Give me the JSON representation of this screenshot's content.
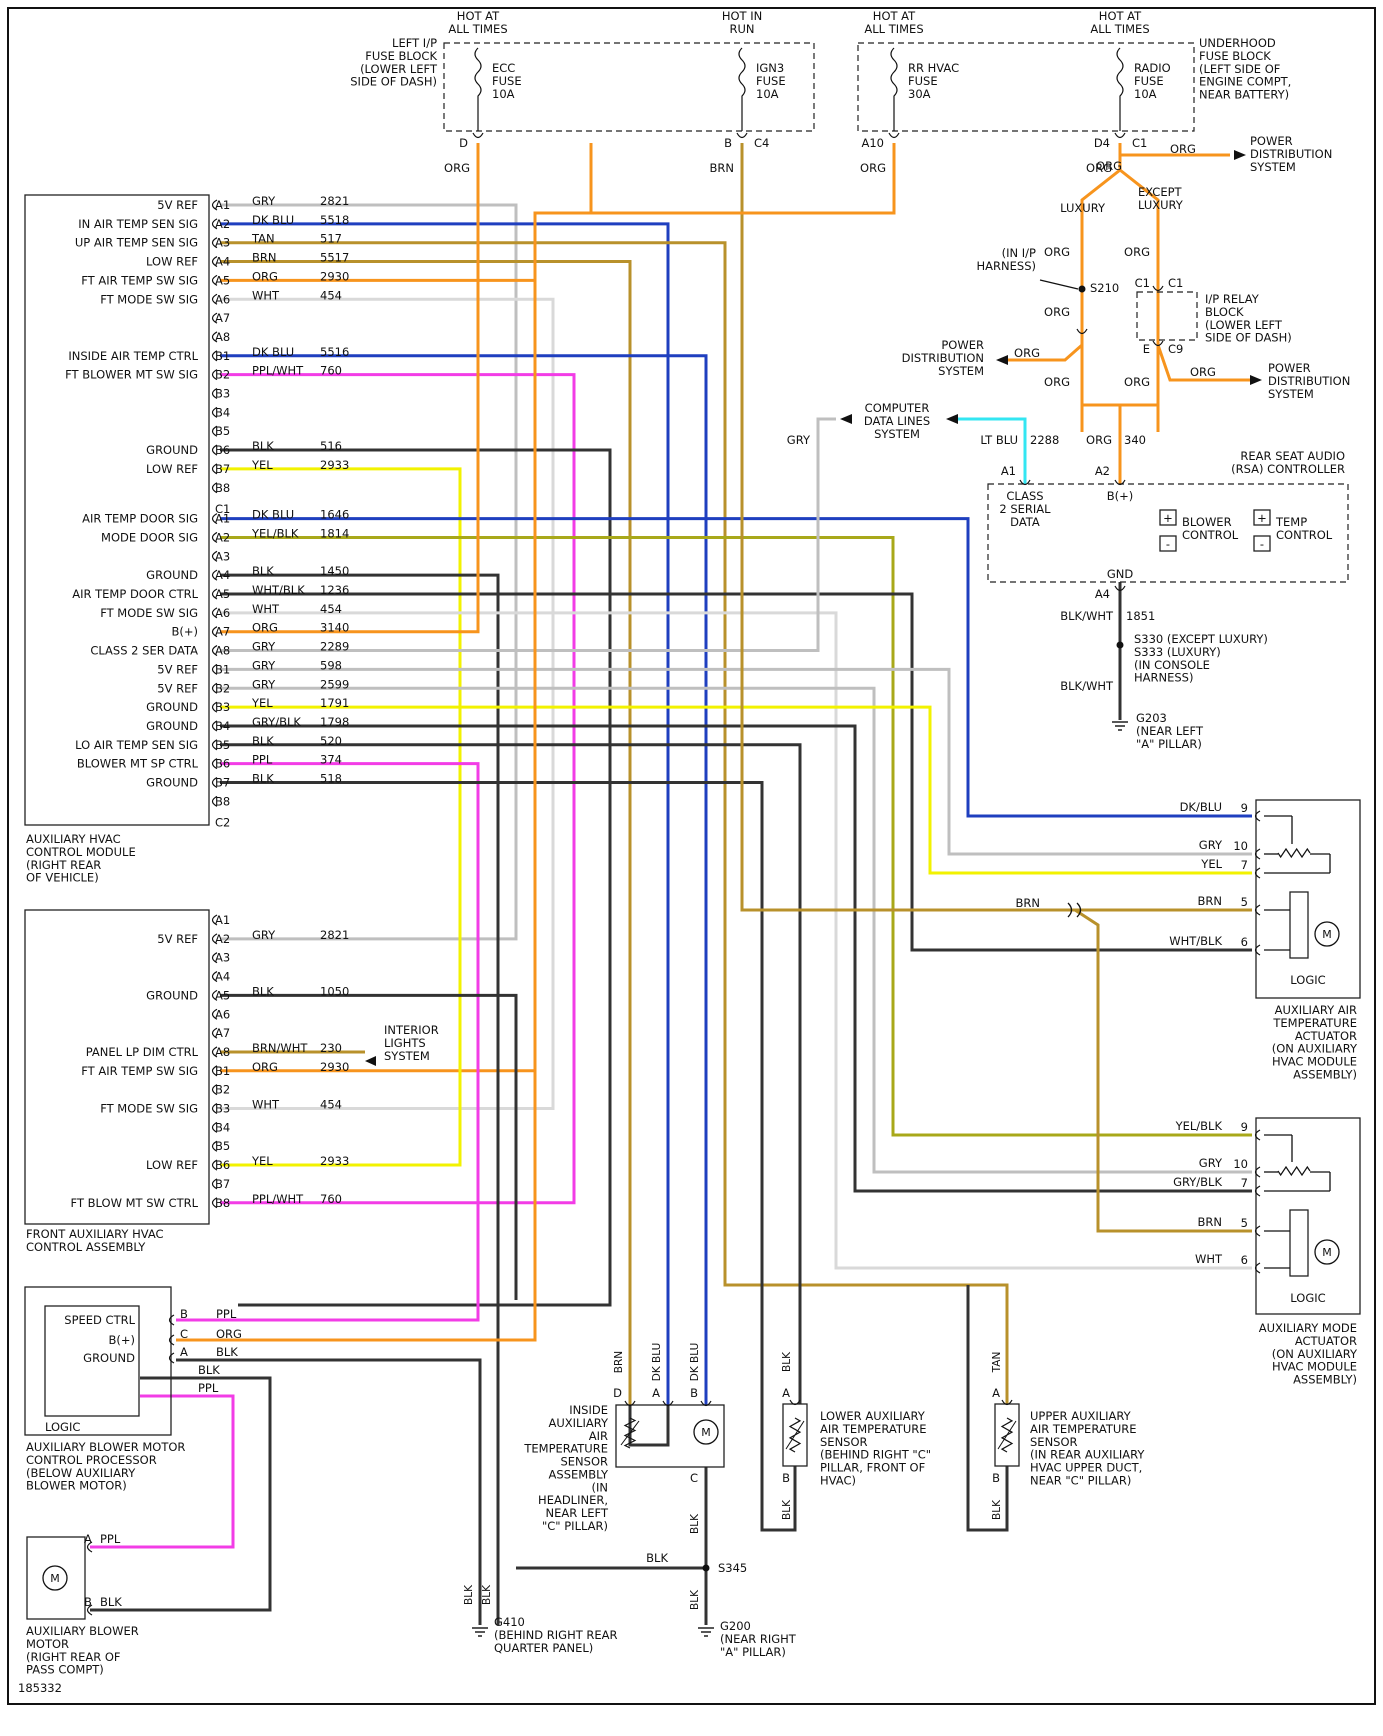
{
  "fig_id": "185332",
  "colors": {
    "orange": "#F7941D",
    "blue": "#1F3FBF",
    "gray": "#BFBFBF",
    "lightgray": "#D9D9D9",
    "black": "#333333",
    "yellow": "#F2F200",
    "magenta": "#F23CE6",
    "brown": "#B8912B",
    "olive": "#A8A81A",
    "cyan": "#33E6F2"
  },
  "fuse_blocks": [
    {
      "name": "LEFT I/P\nFUSE BLOCK\n(LOWER LEFT\nSIDE OF DASH)",
      "fuses": [
        {
          "hot": "HOT AT\nALL TIMES",
          "label": "ECC\nFUSE\n10A",
          "term": "D",
          "wire": "ORG"
        },
        {
          "hot": "HOT IN\nRUN",
          "label": "IGN3\nFUSE\n10A",
          "term": "B",
          "conn": "C4",
          "wire": "BRN"
        }
      ]
    },
    {
      "name": "UNDERHOOD\nFUSE BLOCK\n(LEFT SIDE OF\nENGINE COMPT,\nNEAR BATTERY)",
      "fuses": [
        {
          "hot": "HOT AT\nALL TIMES",
          "label": "RR HVAC\nFUSE\n30A",
          "term": "A10",
          "wire": "ORG"
        },
        {
          "hot": "HOT AT\nALL TIMES",
          "label": "RADIO\nFUSE\n10A",
          "term": "D4",
          "conn": "C1",
          "wire": "ORG"
        }
      ]
    }
  ],
  "power_labels": {
    "pds": "POWER\nDISTRIBUTION\nSYSTEM",
    "org": "ORG",
    "luxury": "LUXURY",
    "except_luxury": "EXCEPT\nLUXURY",
    "in_ip_harness": "(IN I/P\nHARNESS)",
    "s210": "S210",
    "relay_block": "I/P RELAY\nBLOCK\n(LOWER LEFT\nSIDE OF DASH)",
    "relay_c1": "C1",
    "relay_e": "E",
    "relay_c9": "C9",
    "org_340": "ORG",
    "num_340": "340"
  },
  "data_lines": {
    "label": "COMPUTER\nDATA LINES\nSYSTEM",
    "gry": "GRY",
    "ltblu": "LT BLU",
    "num": "2288"
  },
  "rsa": {
    "name": "REAR SEAT AUDIO\n(RSA) CONTROLLER",
    "a1": "A1",
    "a2": "A2",
    "bplus": "B(+)",
    "class2": "CLASS\n2 SERIAL\nDATA",
    "blower": "BLOWER\nCONTROL",
    "temp": "TEMP\nCONTROL",
    "plus": "+",
    "minus": "-",
    "gnd": "GND",
    "a4": "A4",
    "blkwht1": "BLK/WHT",
    "num": "1851",
    "splice": "S330  (EXCEPT LUXURY)\nS333  (LUXURY)\n(IN CONSOLE\nHARNESS)",
    "blkwht2": "BLK/WHT",
    "ground": "G203\n(NEAR LEFT\n\"A\" PILLAR)"
  },
  "hvac_module": {
    "name": "AUXILIARY HVAC\nCONTROL MODULE\n(RIGHT REAR\nOF VEHICLE)",
    "c1": "C1",
    "c2": "C2",
    "pins": [
      {
        "pin": "A1",
        "func": "5V REF",
        "color": "GRY",
        "circuit": "2821"
      },
      {
        "pin": "A2",
        "func": "IN AIR TEMP SEN SIG",
        "color": "DK BLU",
        "circuit": "5518"
      },
      {
        "pin": "A3",
        "func": "UP AIR TEMP SEN SIG",
        "color": "TAN",
        "circuit": "517"
      },
      {
        "pin": "A4",
        "func": "LOW REF",
        "color": "BRN",
        "circuit": "5517"
      },
      {
        "pin": "A5",
        "func": "FT AIR TEMP SW SIG",
        "color": "ORG",
        "circuit": "2930"
      },
      {
        "pin": "A6",
        "func": "FT MODE SW SIG",
        "color": "WHT",
        "circuit": "454"
      },
      {
        "pin": "A7",
        "func": "",
        "color": "",
        "circuit": ""
      },
      {
        "pin": "A8",
        "func": "",
        "color": "",
        "circuit": ""
      },
      {
        "pin": "B1",
        "func": "INSIDE AIR TEMP CTRL",
        "color": "DK BLU",
        "circuit": "5516"
      },
      {
        "pin": "B2",
        "func": "FT BLOWER MT SW SIG",
        "color": "PPL/WHT",
        "circuit": "760"
      },
      {
        "pin": "B3",
        "func": "",
        "color": "",
        "circuit": ""
      },
      {
        "pin": "B4",
        "func": "",
        "color": "",
        "circuit": ""
      },
      {
        "pin": "B5",
        "func": "",
        "color": "",
        "circuit": ""
      },
      {
        "pin": "B6",
        "func": "GROUND",
        "color": "BLK",
        "circuit": "516"
      },
      {
        "pin": "B7",
        "func": "LOW REF",
        "color": "YEL",
        "circuit": "2933"
      },
      {
        "pin": "B8",
        "func": "",
        "color": "",
        "circuit": ""
      },
      {
        "pin": "A1",
        "func": "AIR TEMP DOOR SIG",
        "color": "DK BLU",
        "circuit": "1646"
      },
      {
        "pin": "A2",
        "func": "MODE DOOR SIG",
        "color": "YEL/BLK",
        "circuit": "1814"
      },
      {
        "pin": "A3",
        "func": "",
        "color": "",
        "circuit": ""
      },
      {
        "pin": "A4",
        "func": "GROUND",
        "color": "BLK",
        "circuit": "1450"
      },
      {
        "pin": "A5",
        "func": "AIR TEMP DOOR CTRL",
        "color": "WHT/BLK",
        "circuit": "1236"
      },
      {
        "pin": "A6",
        "func": "FT MODE SW SIG",
        "color": "WHT",
        "circuit": "454"
      },
      {
        "pin": "A7",
        "func": "B(+)",
        "color": "ORG",
        "circuit": "3140"
      },
      {
        "pin": "A8",
        "func": "CLASS 2 SER DATA",
        "color": "GRY",
        "circuit": "2289"
      },
      {
        "pin": "B1",
        "func": "5V REF",
        "color": "GRY",
        "circuit": "598"
      },
      {
        "pin": "B2",
        "func": "5V REF",
        "color": "GRY",
        "circuit": "2599"
      },
      {
        "pin": "B3",
        "func": "GROUND",
        "color": "YEL",
        "circuit": "1791"
      },
      {
        "pin": "B4",
        "func": "GROUND",
        "color": "GRY/BLK",
        "circuit": "1798"
      },
      {
        "pin": "B5",
        "func": "LO AIR TEMP SEN SIG",
        "color": "BLK",
        "circuit": "520"
      },
      {
        "pin": "B6",
        "func": "BLOWER MT SP CTRL",
        "color": "PPL",
        "circuit": "374"
      },
      {
        "pin": "B7",
        "func": "GROUND",
        "color": "BLK",
        "circuit": "518"
      },
      {
        "pin": "B8",
        "func": "",
        "color": "",
        "circuit": ""
      }
    ]
  },
  "front_control": {
    "name": "FRONT AUXILIARY HVAC\nCONTROL ASSEMBLY",
    "interior": "INTERIOR\nLIGHTS\nSYSTEM",
    "pins": [
      {
        "pin": "A1",
        "func": "",
        "color": "",
        "circuit": ""
      },
      {
        "pin": "A2",
        "func": "5V REF",
        "color": "GRY",
        "circuit": "2821"
      },
      {
        "pin": "A3",
        "func": "",
        "color": "",
        "circuit": ""
      },
      {
        "pin": "A4",
        "func": "",
        "color": "",
        "circuit": ""
      },
      {
        "pin": "A5",
        "func": "GROUND",
        "color": "BLK",
        "circuit": "1050"
      },
      {
        "pin": "A6",
        "func": "",
        "color": "",
        "circuit": ""
      },
      {
        "pin": "A7",
        "func": "",
        "color": "",
        "circuit": ""
      },
      {
        "pin": "A8",
        "func": "PANEL LP DIM CTRL",
        "color": "BRN/WHT",
        "circuit": "230"
      },
      {
        "pin": "B1",
        "func": "FT AIR TEMP SW SIG",
        "color": "ORG",
        "circuit": "2930"
      },
      {
        "pin": "B2",
        "func": "",
        "color": "",
        "circuit": ""
      },
      {
        "pin": "B3",
        "func": "FT MODE SW SIG",
        "color": "WHT",
        "circuit": "454"
      },
      {
        "pin": "B4",
        "func": "",
        "color": "",
        "circuit": ""
      },
      {
        "pin": "B5",
        "func": "",
        "color": "",
        "circuit": ""
      },
      {
        "pin": "B6",
        "func": "LOW REF",
        "color": "YEL",
        "circuit": "2933"
      },
      {
        "pin": "B7",
        "func": "",
        "color": "",
        "circuit": ""
      },
      {
        "pin": "B8",
        "func": "FT BLOW MT SW CTRL",
        "color": "PPL/WHT",
        "circuit": "760"
      }
    ]
  },
  "actuators": [
    {
      "name": "AUXILIARY AIR\nTEMPERATURE\nACTUATOR\n(ON AUXILIARY\nHVAC MODULE\nASSEMBLY)",
      "logic": "LOGIC",
      "pins": [
        {
          "pin": "9",
          "color": "DK/BLU"
        },
        {
          "pin": "10",
          "color": "GRY"
        },
        {
          "pin": "7",
          "color": "YEL"
        },
        {
          "pin": "5",
          "color": "BRN"
        },
        {
          "pin": "6",
          "color": "WHT/BLK"
        }
      ],
      "feed": "BRN"
    },
    {
      "name": "AUXILIARY MODE\nACTUATOR\n(ON AUXILIARY\nHVAC MODULE\nASSEMBLY)",
      "logic": "LOGIC",
      "pins": [
        {
          "pin": "9",
          "color": "YEL/BLK"
        },
        {
          "pin": "10",
          "color": "GRY"
        },
        {
          "pin": "7",
          "color": "GRY/BLK"
        },
        {
          "pin": "5",
          "color": "BRN"
        },
        {
          "pin": "6",
          "color": "WHT"
        }
      ]
    }
  ],
  "blower_processor": {
    "name": "AUXILIARY BLOWER MOTOR\nCONTROL PROCESSOR\n(BELOW AUXILIARY\nBLOWER MOTOR)",
    "logic": "LOGIC",
    "rows": [
      {
        "func": "SPEED CTRL",
        "pin": "B",
        "color": "PPL"
      },
      {
        "func": "B(+)",
        "pin": "C",
        "color": "ORG"
      },
      {
        "func": "GROUND",
        "pin": "A",
        "color": "BLK"
      }
    ],
    "out_blk": "BLK",
    "out_ppl": "PPL"
  },
  "blower_motor": {
    "name": "AUXILIARY BLOWER\nMOTOR\n(RIGHT REAR OF\nPASS COMPT)",
    "pin_a": "A",
    "ppl": "PPL",
    "pin_b": "B",
    "blk": "BLK"
  },
  "sensors": {
    "inside": {
      "name": "INSIDE\nAUXILIARY\nAIR\nTEMPERATURE\nSENSOR\nASSEMBLY\n(IN\nHEADLINER,\nNEAR LEFT\n\"C\" PILLAR)",
      "pins": [
        "D",
        "A",
        "B",
        "C"
      ],
      "wires": [
        "BRN",
        "DK BLU",
        "DK BLU"
      ],
      "blk": "BLK"
    },
    "lower": {
      "name": "LOWER AUXILIARY\nAIR TEMPERATURE\nSENSOR\n(BEHIND RIGHT \"C\"\nPILLAR, FRONT OF\nHVAC)",
      "a": "A",
      "b": "B",
      "top": "BLK",
      "bot": "BLK"
    },
    "upper": {
      "name": "UPPER AUXILIARY\nAIR TEMPERATURE\nSENSOR\n(IN REAR AUXILIARY\nHVAC UPPER DUCT,\nNEAR \"C\" PILLAR)",
      "a": "A",
      "b": "B",
      "top": "TAN",
      "bot": "BLK"
    }
  },
  "grounds": {
    "g410": "G410\n(BEHIND RIGHT REAR\nQUARTER PANEL)",
    "g200": "G200\n(NEAR RIGHT\n\"A\" PILLAR)",
    "s345": "S345",
    "blk": "BLK"
  }
}
